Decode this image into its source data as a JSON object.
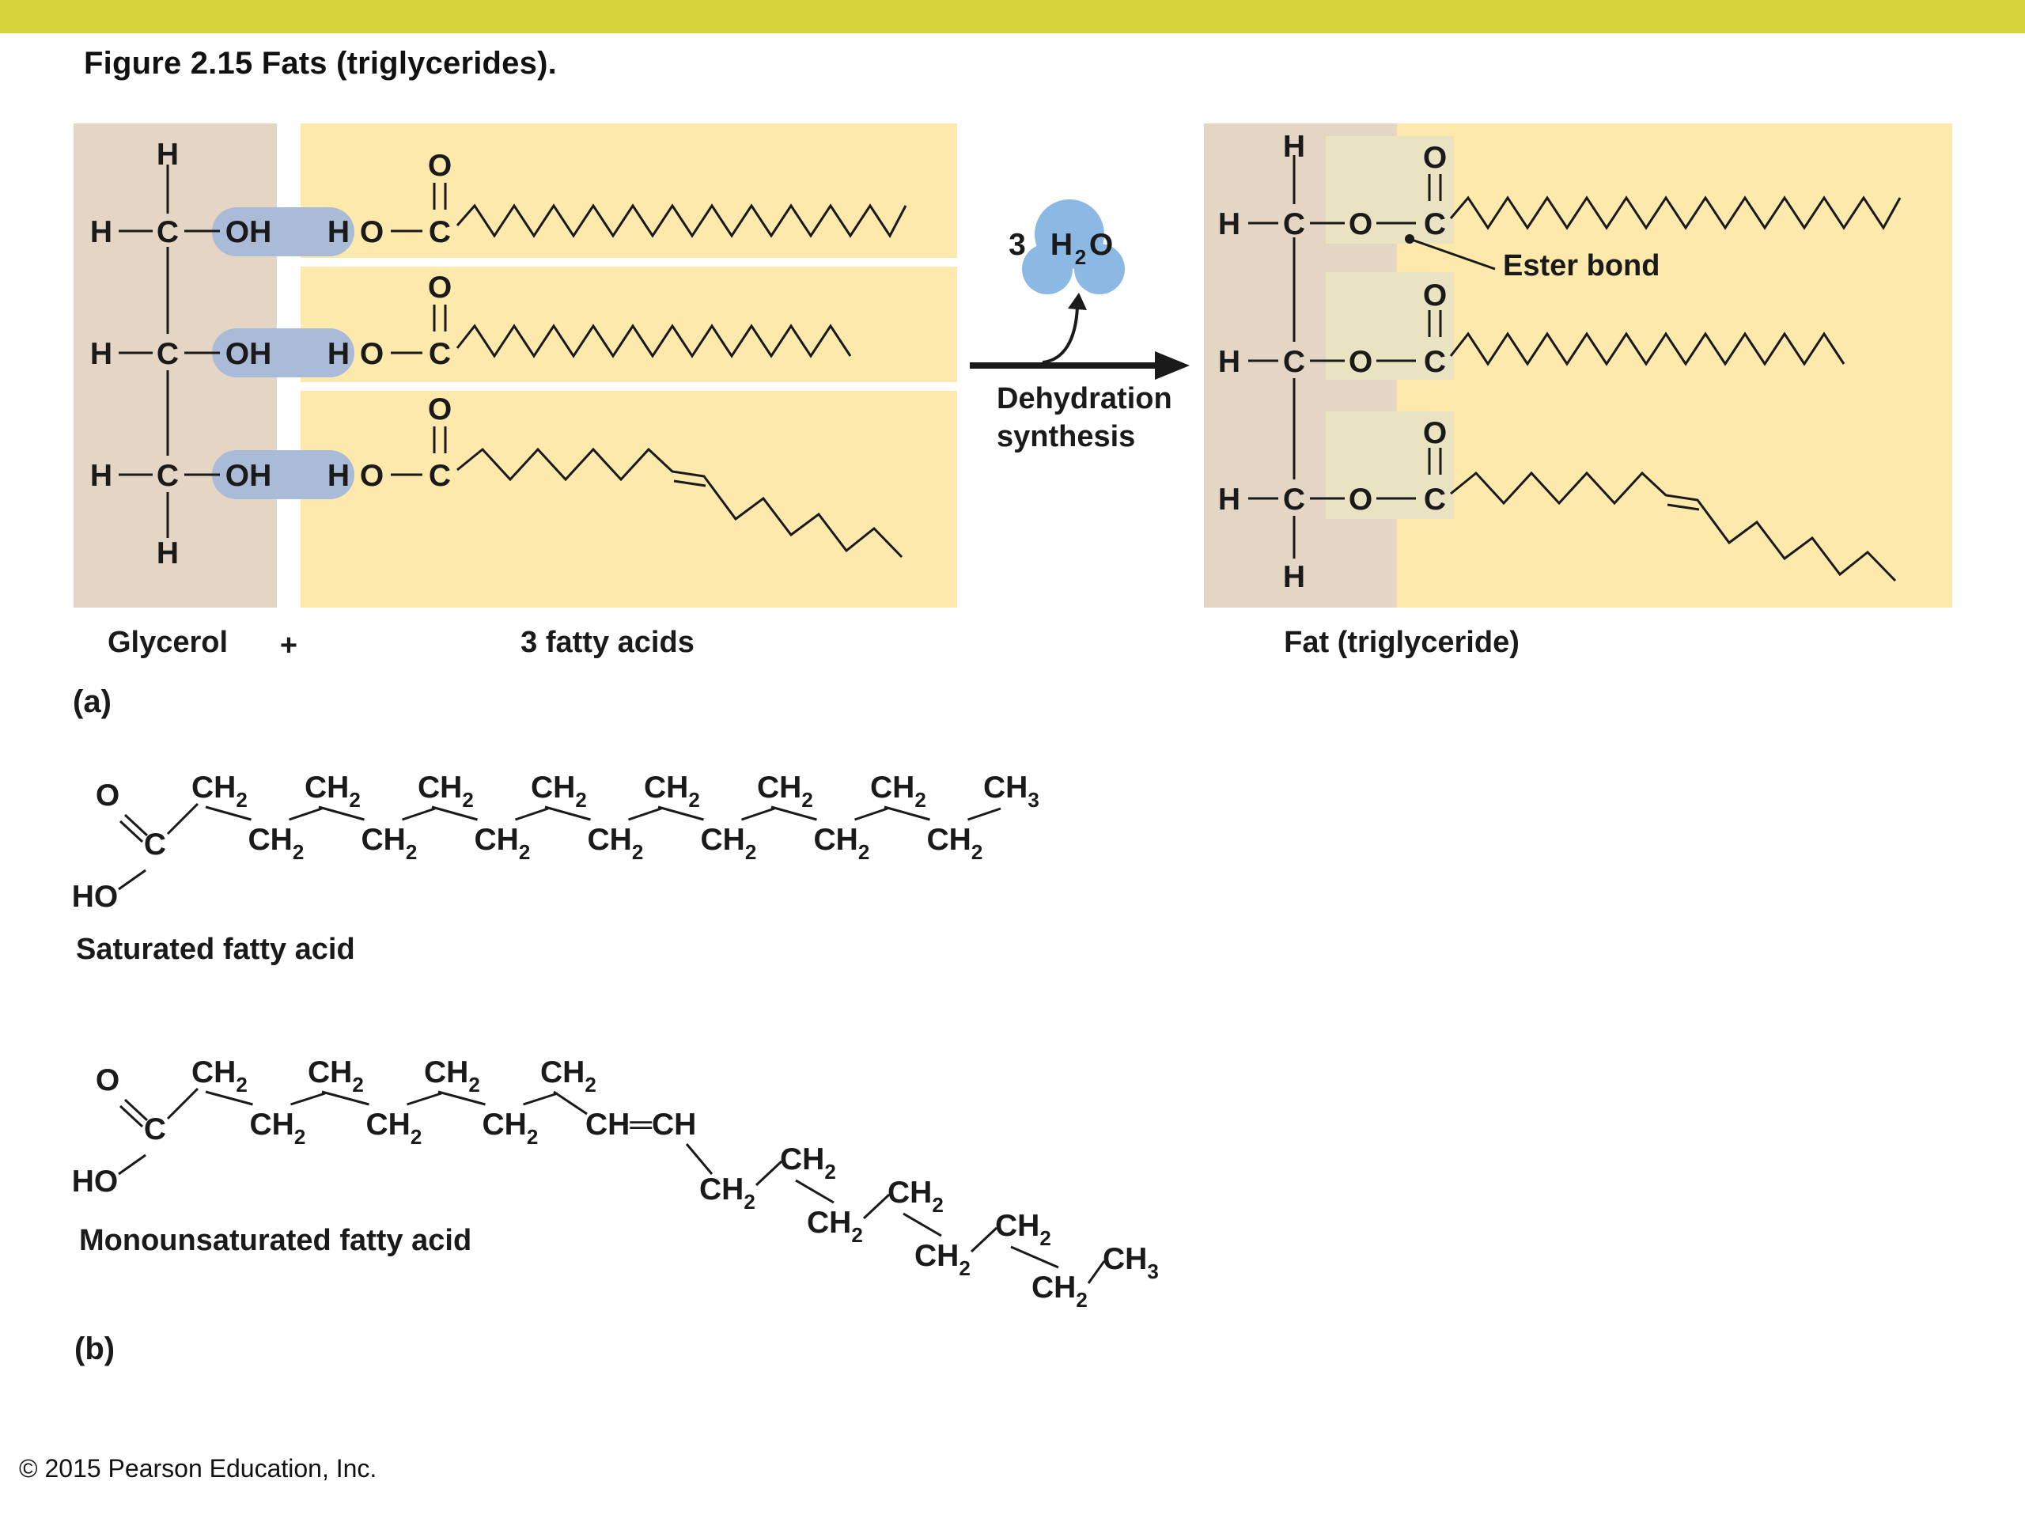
{
  "figure": {
    "title": "Figure 2.15  Fats (triglycerides).",
    "copyright": "© 2015 Pearson Education, Inc."
  },
  "panel_a": {
    "label": "(a)",
    "glycerol_label": "Glycerol",
    "plus": "+",
    "fatty_acids_label": "3 fatty acids",
    "water_count": "3",
    "water": "H",
    "water_sub": "2",
    "water_o": "O",
    "reaction_line1": "Dehydration",
    "reaction_line2": "synthesis",
    "product_label": "Fat (triglyceride)",
    "ester_bond_label": "Ester bond",
    "atoms": {
      "H": "H",
      "C": "C",
      "O": "O",
      "OH": "OH",
      "HO": "HO"
    }
  },
  "panel_b": {
    "label": "(b)",
    "saturated_label": "Saturated fatty acid",
    "monounsaturated_label": "Monounsaturated fatty acid",
    "groups": {
      "ch": "CH",
      "sub2": "2",
      "sub3": "3",
      "double_bond": "CH═CH"
    }
  },
  "colors": {
    "title_bar": "#d3d53b",
    "glycerol_panel": "#e5d5c4",
    "fatty_acid_panel": "#fde9ab",
    "water_reaction_highlight": "#a9bbd7",
    "ester_bond_highlight": "#e9e3c2",
    "water_molecule": "#8cb8e4",
    "bond_line": "#1a1a1a"
  }
}
